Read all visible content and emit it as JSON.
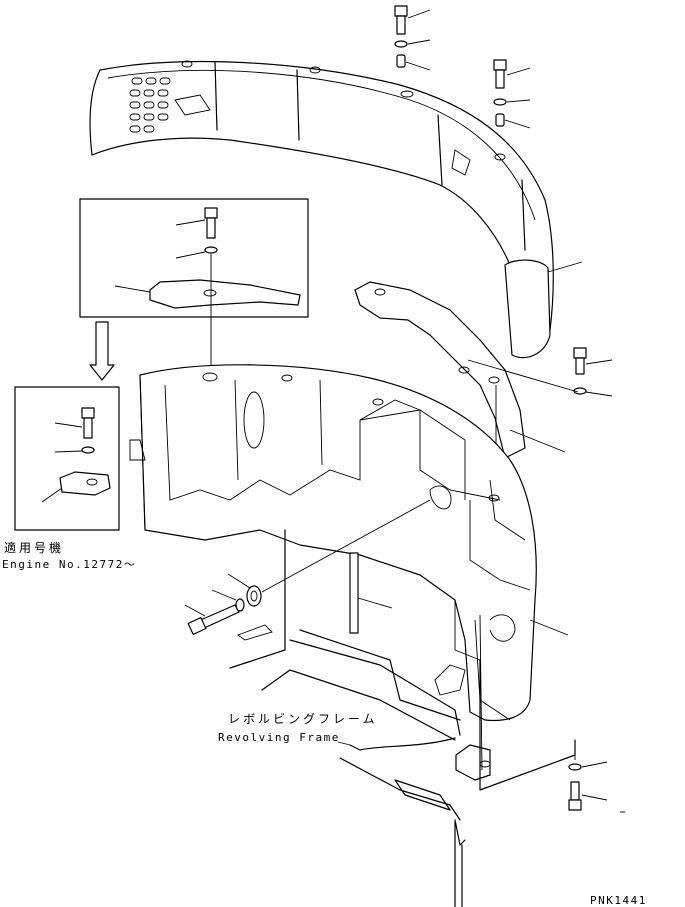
{
  "labels": {
    "applicable_machine_jp": "適用号機",
    "engine_number": "Engine No.12772〜",
    "revolving_frame_jp": "レボルビングフレーム",
    "revolving_frame_en": "Revolving Frame",
    "drawing_code": "PNK1441"
  }
}
